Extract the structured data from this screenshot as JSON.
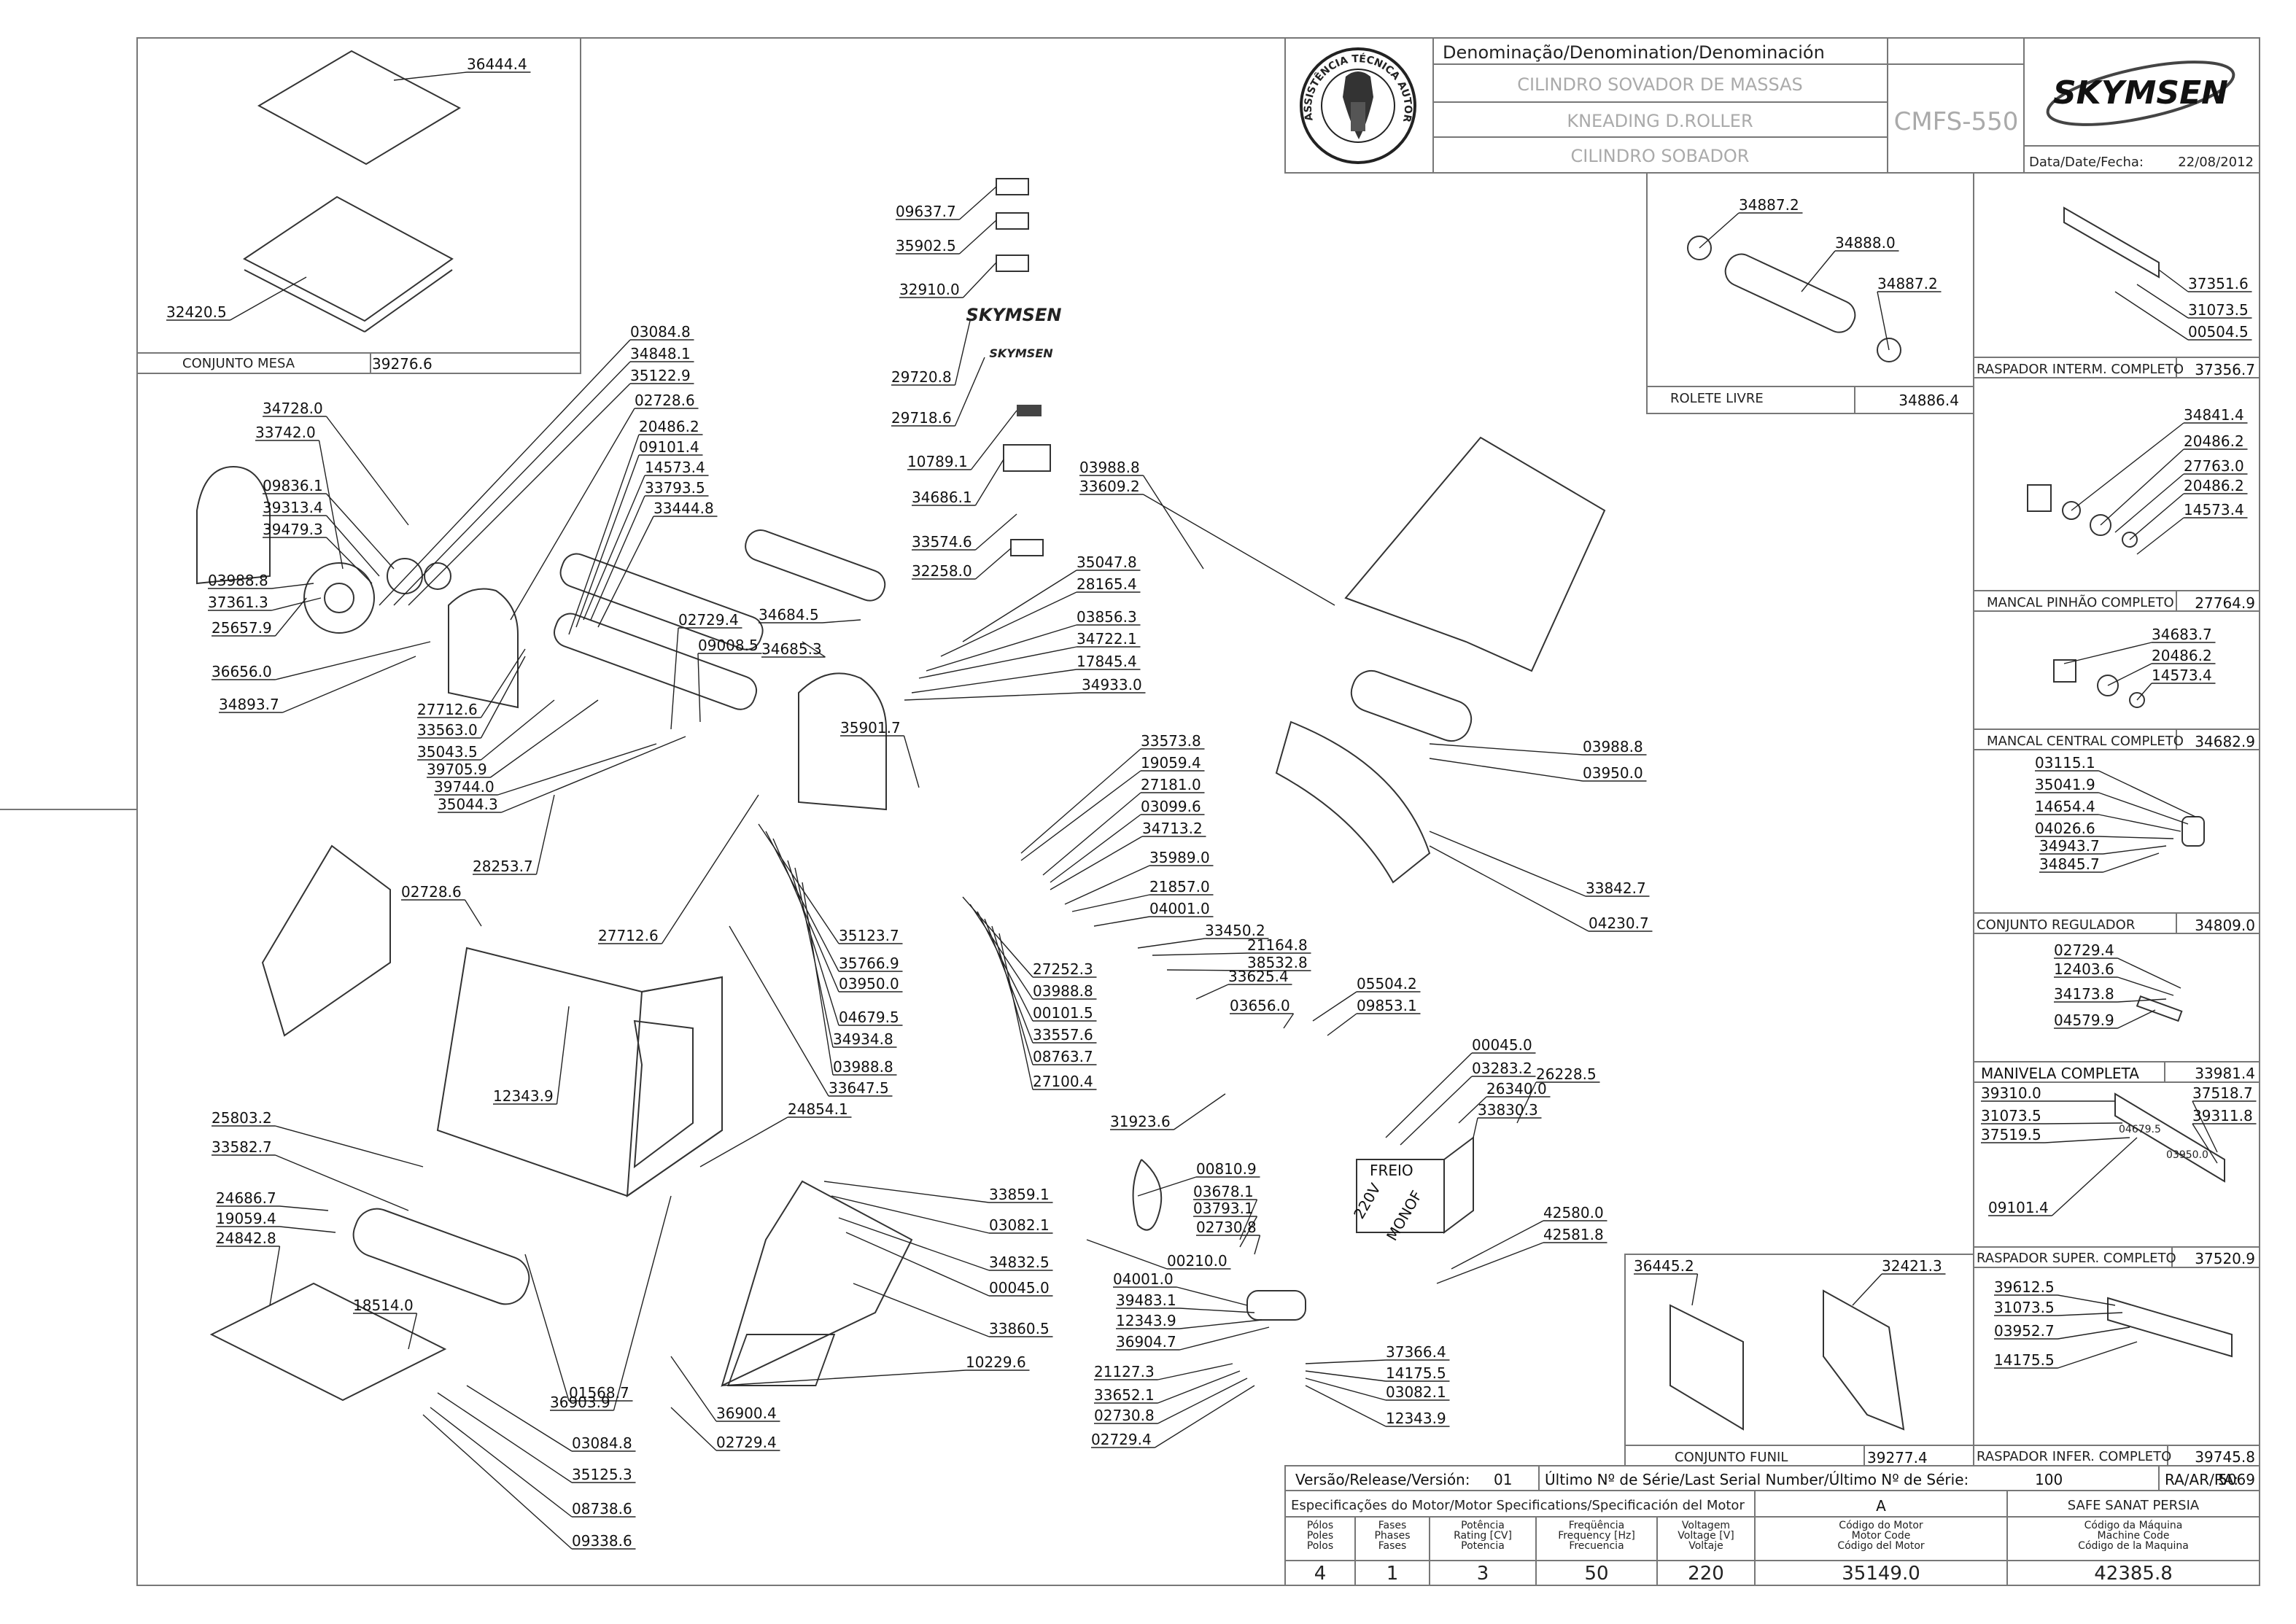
{
  "title_block": {
    "denomination_header": "Denominação/Denomination/Denominación",
    "name_pt": "CILINDRO SOVADOR DE MASSAS",
    "name_en": "KNEADING D.ROLLER",
    "name_es": "CILINDRO SOBADOR",
    "model": "CMFS-550",
    "brand": "SKYMSEN",
    "date_label": "Data/Date/Fecha:",
    "date_value": "22/08/2012",
    "seal_text": "ASSISTÊNCIA TÉCNICA AUTORIZADA"
  },
  "bottom_block": {
    "version_label": "Versão/Release/Versión:",
    "version_value": "01",
    "serial_label": "Último Nº de Série/Last Serial Number/Último Nº de Série:",
    "serial_value": "100",
    "ra_label": "RA/AR/RA:",
    "ra_value": "5069",
    "motor_spec_label": "Especificações do Motor/Motor Specifications/Specificación del Motor",
    "motor_rev": "A",
    "customer": "SAFE SANAT PERSIA",
    "col_poles": "Pólos\nPoles\nPolos",
    "col_phases": "Fases\nPhases\nFases",
    "col_power": "Potência\nRating [CV]\nPotencia",
    "col_freq": "Freqüência\nFrequency [Hz]\nFrecuencia",
    "col_volt": "Voltagem\nVoltage [V]\nVoltaje",
    "col_motor_code": "Código do Motor\nMotor Code\nCódigo del Motor",
    "col_machine_code": "Código da Máquina\nMachine Code\nCódigo de la Maquina",
    "val_poles": "4",
    "val_phases": "1",
    "val_power": "3",
    "val_freq": "50",
    "val_volt": "220",
    "val_motor_code": "35149.0",
    "val_machine_code": "42385.8"
  },
  "subassemblies": [
    {
      "name": "CONJUNTO MESA",
      "code": "39276.6"
    },
    {
      "name": "ROLETE LIVRE",
      "code": "34886.4"
    },
    {
      "name": "RASPADOR INTERM. COMPLETO",
      "code": "37356.7"
    },
    {
      "name": "MANCAL PINHÃO COMPLETO",
      "code": "27764.9"
    },
    {
      "name": "MANCAL CENTRAL COMPLETO",
      "code": "34682.9"
    },
    {
      "name": "CONJUNTO REGULADOR",
      "code": "34809.0"
    },
    {
      "name": "MANIVELA COMPLETA",
      "code": "33981.4"
    },
    {
      "name": "RASPADOR SUPER. COMPLETO",
      "code": "37520.9"
    },
    {
      "name": "CONJUNTO FUNIL",
      "code": "39277.4"
    },
    {
      "name": "RASPADOR INFER. COMPLETO",
      "code": "39745.8"
    }
  ],
  "labels_motor_box": [
    "FREIO",
    "220V",
    "MONOF"
  ],
  "labels_small": [
    "04679.5",
    "03950.0"
  ],
  "parts": [
    "36444.4",
    "32420.5",
    "03084.8",
    "34848.1",
    "35122.9",
    "02728.6",
    "20486.2",
    "09101.4",
    "14573.4",
    "33793.5",
    "33444.8",
    "34728.0",
    "33742.0",
    "09836.1",
    "39313.4",
    "39479.3",
    "03988.8",
    "37361.3",
    "25657.9",
    "36656.0",
    "34893.7",
    "27712.6",
    "33563.0",
    "35043.5",
    "39705.9",
    "39744.0",
    "35044.3",
    "02729.4",
    "09008.5",
    "28253.7",
    "27712.6",
    "09637.7",
    "35902.5",
    "32910.0",
    "29720.8",
    "29718.6",
    "10789.1",
    "34686.1",
    "33574.6",
    "32258.0",
    "34684.5",
    "34685.3",
    "35047.8",
    "28165.4",
    "03856.3",
    "34722.1",
    "17845.4",
    "34933.0",
    "35901.7",
    "03988.8",
    "33609.2",
    "03988.8",
    "03950.0",
    "33842.7",
    "04230.7",
    "33573.8",
    "19059.4",
    "27181.0",
    "03099.6",
    "34713.2",
    "35989.0",
    "21857.0",
    "04001.0",
    "33450.2",
    "21164.8",
    "38532.8",
    "33625.4",
    "35123.7",
    "35766.9",
    "03950.0",
    "04679.5",
    "34934.8",
    "03988.8",
    "33647.5",
    "27252.3",
    "03988.8",
    "00101.5",
    "33557.6",
    "08763.7",
    "27100.4",
    "02728.6",
    "12343.9",
    "24854.1",
    "03656.0",
    "05504.2",
    "09853.1",
    "31923.6",
    "00045.0",
    "03283.2",
    "26340.0",
    "33830.3",
    "26228.5",
    "25803.2",
    "33582.7",
    "24686.7",
    "19059.4",
    "24842.8",
    "18514.0",
    "36903.9",
    "01568.7",
    "36900.4",
    "02729.4",
    "03084.8",
    "35125.3",
    "08738.6",
    "09338.6",
    "33859.1",
    "03082.1",
    "34832.5",
    "00045.0",
    "33860.5",
    "10229.6",
    "00810.9",
    "03678.1",
    "03793.1",
    "02730.8",
    "00210.0",
    "04001.0",
    "39483.1",
    "12343.9",
    "36904.7",
    "21127.3",
    "33652.1",
    "02730.8",
    "02729.4",
    "37366.4",
    "14175.5",
    "03082.1",
    "12343.9",
    "42580.0",
    "42581.8",
    "34887.2",
    "34888.0",
    "34887.2",
    "37351.6",
    "31073.5",
    "00504.5",
    "34841.4",
    "20486.2",
    "27763.0",
    "20486.2",
    "14573.4",
    "34683.7",
    "20486.2",
    "14573.4",
    "03115.1",
    "35041.9",
    "14654.4",
    "04026.6",
    "34943.7",
    "34845.7",
    "02729.4",
    "12403.6",
    "34173.8",
    "04579.9",
    "39310.0",
    "37518.7",
    "31073.5",
    "39311.8",
    "37519.5",
    "09101.4",
    "36445.2",
    "32421.3",
    "39612.5",
    "31073.5",
    "03952.7",
    "14175.5"
  ]
}
